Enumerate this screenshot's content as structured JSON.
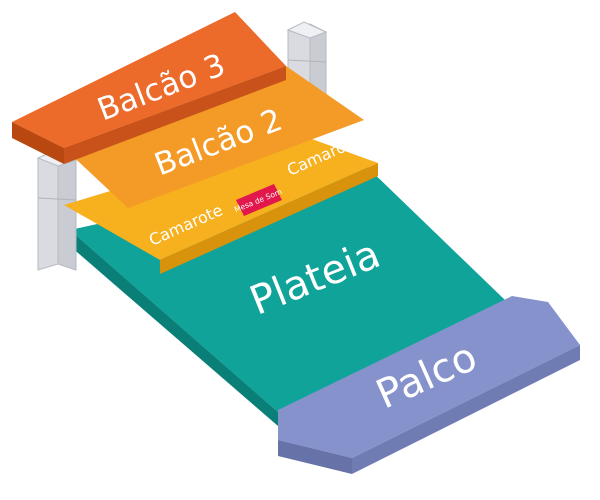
{
  "sections": {
    "balcao3": {
      "label": "Balcão 3"
    },
    "balcao2": {
      "label": "Balcão 2"
    },
    "camarote_left": {
      "label": "Camarote"
    },
    "camarote_right": {
      "label": "Camarote"
    },
    "mesa_de_som": {
      "label": "Mesa de Som"
    },
    "plateia": {
      "label": "Plateia"
    },
    "palco": {
      "label": "Palco"
    }
  },
  "colors": {
    "balcao3": "#ec6a2a",
    "balcao2": "#f49a26",
    "camarote": "#f7b01e",
    "mesa_de_som": "#e2174b",
    "plateia": "#0fa39a",
    "palco": "#7f8cc4"
  }
}
